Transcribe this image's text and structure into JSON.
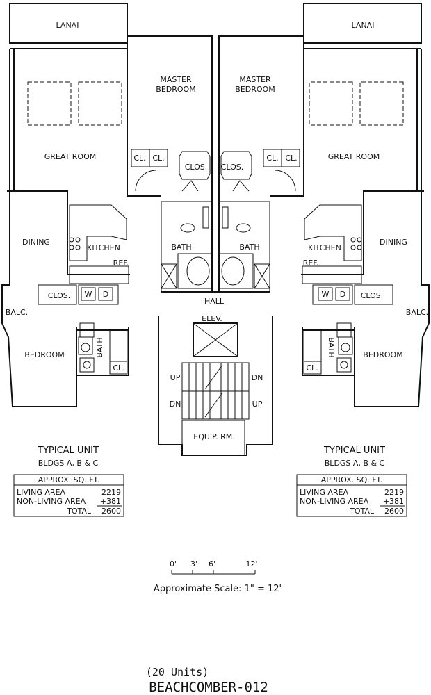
{
  "rooms": {
    "lanai": "LANAI",
    "master_bedroom_1": "MASTER",
    "master_bedroom_2": "BEDROOM",
    "great_room": "GREAT ROOM",
    "cl": "CL.",
    "clos": "CLOS.",
    "dining": "DINING",
    "kitchen": "KITCHEN",
    "bath": "BATH",
    "ref": "REF.",
    "hall": "HALL",
    "elev": "ELEV.",
    "balc": "BALC.",
    "bedroom": "BEDROOM",
    "w": "W",
    "d": "D",
    "up": "UP",
    "dn": "DN",
    "equip": "EQUIP. RM."
  },
  "units": {
    "title": "TYPICAL UNIT",
    "subtitle": "BLDGS A, B & C",
    "table_header": "APPROX. SQ. FT.",
    "living_label": "LIVING AREA",
    "living_value": "2219",
    "nonliving_label": "NON-LIVING AREA",
    "nonliving_value": "+381",
    "total_label": "TOTAL",
    "total_value": "2600"
  },
  "scale": {
    "ticks": [
      "0'",
      "3'",
      "6'",
      "12'"
    ],
    "caption": "Approximate Scale: 1\" = 12'"
  },
  "footer": {
    "units_note": "(20 Units)",
    "plan_name": "BEACHCOMBER-012"
  }
}
